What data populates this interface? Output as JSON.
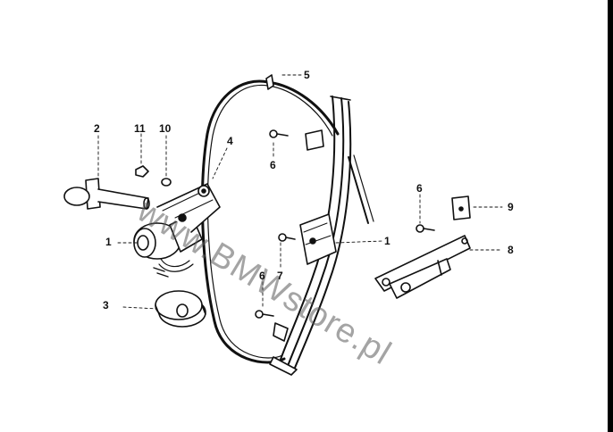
{
  "watermark": "www.BMWstore.pl",
  "callouts": {
    "c1a": "1",
    "c1b": "1",
    "c2": "2",
    "c3": "3",
    "c4": "4",
    "c5": "5",
    "c6a": "6",
    "c6b": "6",
    "c6c": "6",
    "c7": "7",
    "c8": "8",
    "c9": "9",
    "c10": "10",
    "c11": "11"
  }
}
